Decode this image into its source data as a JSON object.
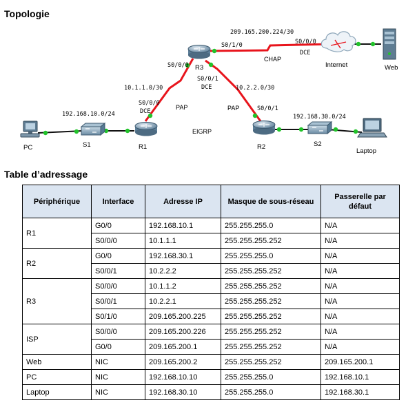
{
  "topology": {
    "title": "Topologie",
    "devices": {
      "pc": "PC",
      "s1": "S1",
      "r1": "R1",
      "r3": "R3",
      "r2": "R2",
      "s2": "S2",
      "laptop": "Laptop",
      "internet": "Internet",
      "web": "Web"
    },
    "labels": {
      "net_10": "192.168.10.0/24",
      "net_30": "192.168.30.0/24",
      "link_r1_r3": "10.1.1.0/30",
      "link_r3_r2": "10.2.2.0/30",
      "link_r3_isp": "209.165.200.224/30",
      "r1_s000": "S0/0/0",
      "r1_dce": "DCE",
      "r1_pap": "PAP",
      "r3_s000": "S0/0/0",
      "r3_s001": "S0/0/1",
      "r3_dce": "DCE",
      "r3_s010": "S0/1/0",
      "r2_pap": "PAP",
      "r2_s001": "S0/0/1",
      "isp_s000": "S0/0/0",
      "isp_dce": "DCE",
      "chap": "CHAP",
      "eigrp": "EIGRP"
    },
    "colors": {
      "serial": "#e8141c",
      "ethernet": "#111111",
      "port": "#21c32a"
    }
  },
  "table": {
    "title": "Table d’adressage",
    "headers": [
      "Périphérique",
      "Interface",
      "Adresse IP",
      "Masque de sous-réseau",
      "Passerelle par défaut"
    ],
    "header_background": "#dbe5f1",
    "groups": [
      {
        "device": "R1",
        "rows": [
          [
            "G0/0",
            "192.168.10.1",
            "255.255.255.0",
            "N/A"
          ],
          [
            "S0/0/0",
            "10.1.1.1",
            "255.255.255.252",
            "N/A"
          ]
        ]
      },
      {
        "device": "R2",
        "rows": [
          [
            "G0/0",
            "192.168.30.1",
            "255.255.255.0",
            "N/A"
          ],
          [
            "S0/0/1",
            "10.2.2.2",
            "255.255.255.252",
            "N/A"
          ]
        ]
      },
      {
        "device": "R3",
        "rows": [
          [
            "S0/0/0",
            "10.1.1.2",
            "255.255.255.252",
            "N/A"
          ],
          [
            "S0/0/1",
            "10.2.2.1",
            "255.255.255.252",
            "N/A"
          ],
          [
            "S0/1/0",
            "209.165.200.225",
            "255.255.255.252",
            "N/A"
          ]
        ]
      },
      {
        "device": "ISP",
        "rows": [
          [
            "S0/0/0",
            "209.165.200.226",
            "255.255.255.252",
            "N/A"
          ],
          [
            "G0/0",
            "209.165.200.1",
            "255.255.255.252",
            "N/A"
          ]
        ]
      },
      {
        "device": "Web",
        "rows": [
          [
            "NIC",
            "209.165.200.2",
            "255.255.255.252",
            "209.165.200.1"
          ]
        ]
      },
      {
        "device": "PC",
        "rows": [
          [
            "NIC",
            "192.168.10.10",
            "255.255.255.0",
            "192.168.10.1"
          ]
        ]
      },
      {
        "device": "Laptop",
        "rows": [
          [
            "NIC",
            "192.168.30.10",
            "255.255.255.0",
            "192.168.30.1"
          ]
        ]
      }
    ]
  }
}
